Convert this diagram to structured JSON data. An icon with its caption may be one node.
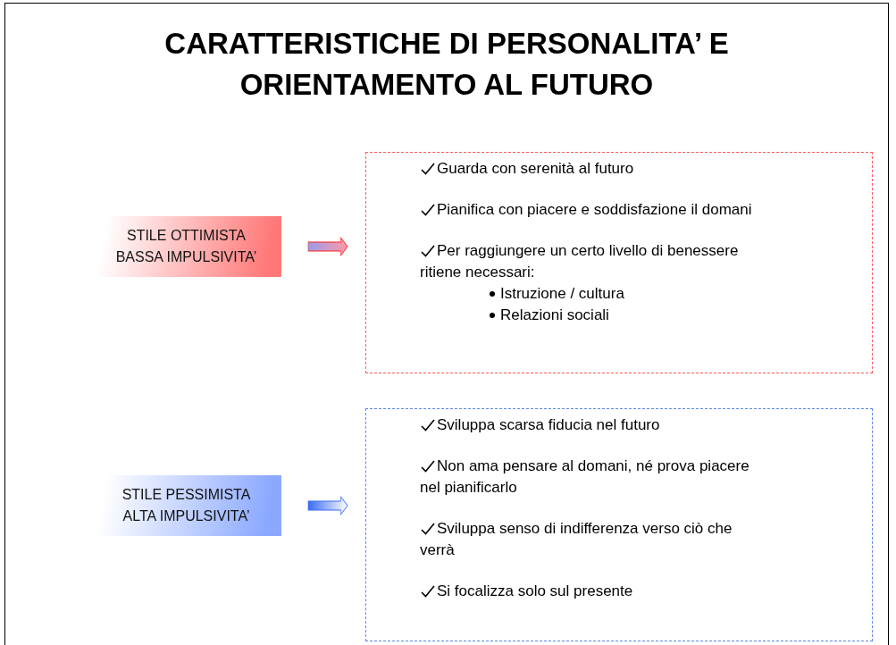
{
  "diagram": {
    "title": "CARATTERISTICHE DI PERSONALITA’ E ORIENTAMENTO AL FUTURO",
    "nodes": [
      {
        "text": [
          "STILE OTTIMISTA BASSA IMPULSIVITA’"
        ]
      },
      {
        "text": [
          "Guarda con serenità al futuro",
          "Pianifica con piacere e soddisfazione il domani",
          "Per raggiungere un certo livello di benessere ritiene necessari:",
          "Istruzione / cultura",
          "Relazioni sociali"
        ]
      },
      {
        "text": [
          "STILE PESSIMISTA ALTA IMPULSIVITA’"
        ]
      },
      {
        "text": [
          "Sviluppa scarsa fiducia nel futuro",
          "Non ama pensare al domani, né prova piacere nel pianificarlo",
          "Sviluppa senso di indifferenza verso ciò che verrà",
          "Si focalizza solo sul presente"
        ]
      }
    ],
    "edges": [
      {
        "from": 0,
        "to": 1,
        "arrow": "to",
        "color": "#ff2020"
      },
      {
        "from": 2,
        "to": 3,
        "arrow": "to",
        "color": "#3a6cf0"
      }
    ]
  }
}
